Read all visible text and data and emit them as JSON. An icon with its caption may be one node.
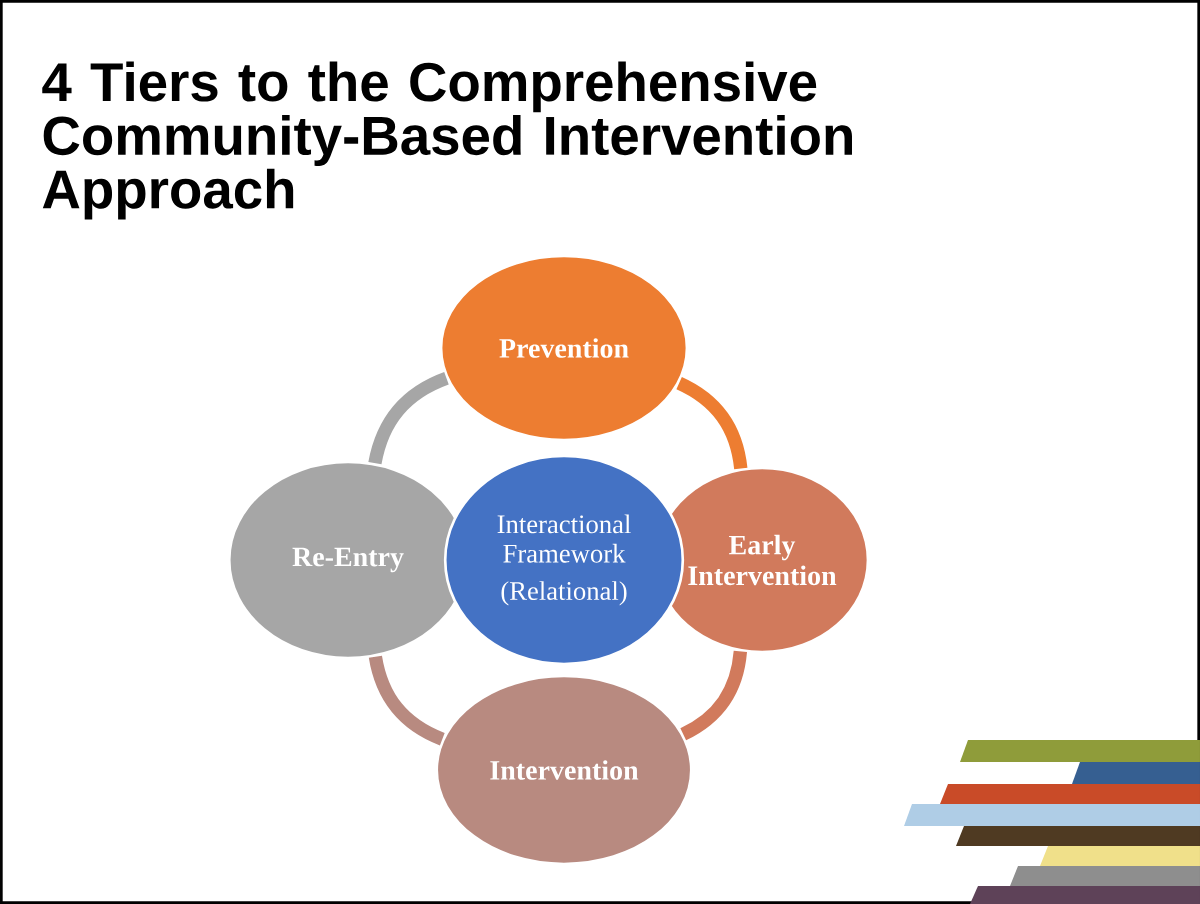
{
  "diagram": {
    "title": "4 Tiers to the Comprehensive Community-Based Intervention Approach",
    "nodes": [
      {
        "text": [
          "Prevention"
        ]
      },
      {
        "text": [
          "Early Intervention"
        ]
      },
      {
        "text": [
          "Intervention"
        ]
      },
      {
        "text": [
          "Re-Entry"
        ]
      },
      {
        "text": [
          "Interactional Framework",
          "(Relational)"
        ]
      }
    ],
    "edges": [
      {
        "from": 0,
        "to": 1,
        "arrow": "none",
        "color": "#ed7d31"
      },
      {
        "from": 1,
        "to": 2,
        "arrow": "none",
        "color": "#d17a5c"
      },
      {
        "from": 2,
        "to": 3,
        "arrow": "none",
        "color": "#b88a80"
      },
      {
        "from": 3,
        "to": 0,
        "arrow": "none",
        "color": "#a6a6a6"
      }
    ]
  }
}
